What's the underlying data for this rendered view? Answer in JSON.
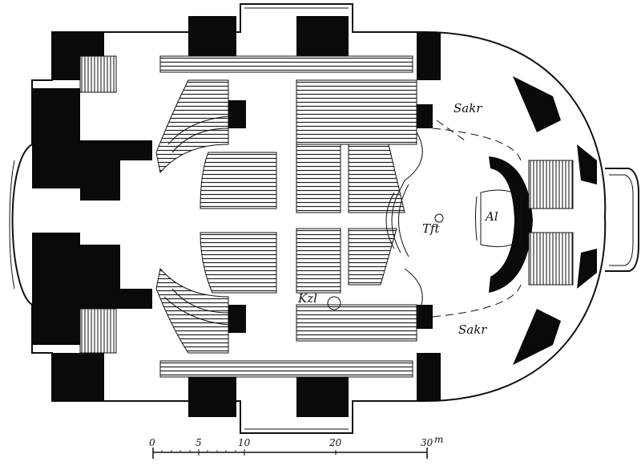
{
  "plan": {
    "room_labels": {
      "sacristy_north": "Sakr",
      "sacristy_south": "Sakr",
      "font": "Tft",
      "pulpit": "Kzl",
      "altar": "Al"
    }
  },
  "scale_bar": {
    "unit": "m",
    "ticks": [
      "0",
      "5",
      "10",
      "20",
      "30"
    ],
    "unit_label": "m"
  },
  "colors": {
    "ink": "#111111",
    "paper": "#ffffff"
  }
}
